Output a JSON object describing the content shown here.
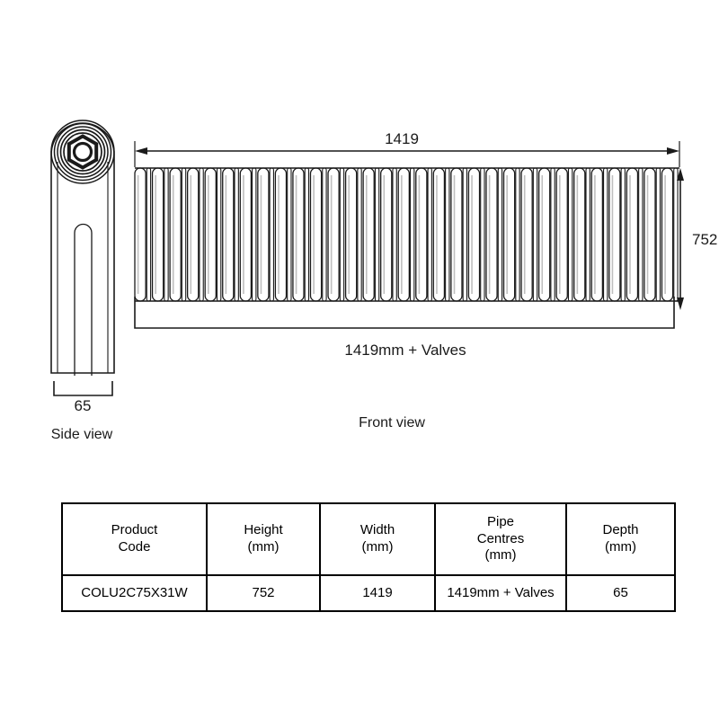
{
  "drawing": {
    "front_view": {
      "label": "Front view",
      "top_dimension": "1419",
      "right_dimension": "752",
      "bottom_dimension": "1419mm + Valves",
      "column_count": 31
    },
    "side_view": {
      "label": "Side view",
      "bottom_dimension": "65"
    },
    "colors": {
      "line": "#1a1a1a",
      "background": "#ffffff",
      "shade": "#bfbfbf"
    }
  },
  "spec_table": {
    "headers": [
      {
        "line1": "Product",
        "line2": "Code",
        "line3": ""
      },
      {
        "line1": "Height",
        "line2": "(mm)",
        "line3": ""
      },
      {
        "line1": "Width",
        "line2": "(mm)",
        "line3": ""
      },
      {
        "line1": "Pipe",
        "line2": "Centres",
        "line3": "(mm)"
      },
      {
        "line1": "Depth",
        "line2": "(mm)",
        "line3": ""
      }
    ],
    "rows": [
      {
        "product_code": "COLU2C75X31W",
        "height": "752",
        "width": "1419",
        "pipe_centres": "1419mm + Valves",
        "depth": "65"
      }
    ]
  }
}
